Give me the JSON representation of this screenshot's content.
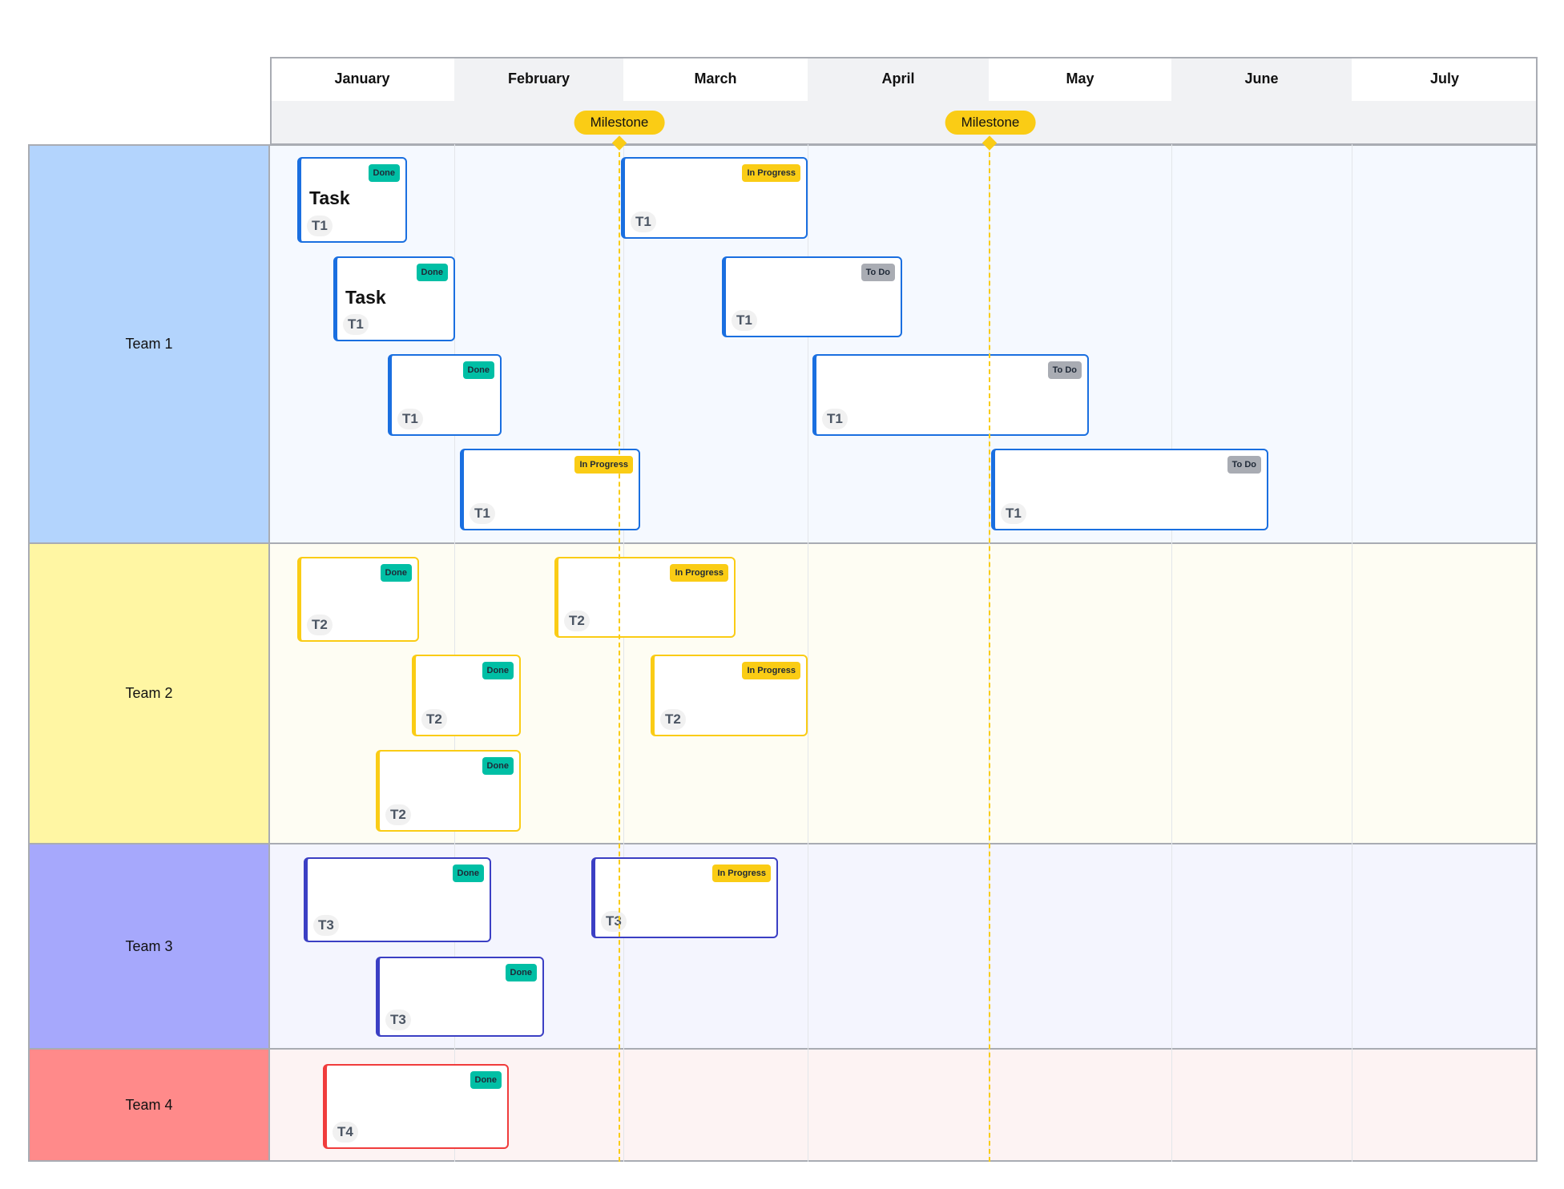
{
  "months": [
    "January",
    "February",
    "March",
    "April",
    "May",
    "June",
    "July"
  ],
  "milestones": [
    {
      "label": "Milestone"
    },
    {
      "label": "Milestone"
    }
  ],
  "teams": [
    {
      "label": "Team 1",
      "color": "#b3d4fd",
      "lane": "#f5f9ff",
      "accent": "#1a6fe0"
    },
    {
      "label": "Team 2",
      "color": "#fff6a3",
      "lane": "#fefdf3",
      "accent": "#facc15"
    },
    {
      "label": "Team 3",
      "color": "#a6a8fc",
      "lane": "#f4f5fe",
      "accent": "#3b3fc4"
    },
    {
      "label": "Team 4",
      "color": "#ff8a8a",
      "lane": "#fdf3f3",
      "accent": "#f03c3c"
    }
  ],
  "status_colors": {
    "Done": "#00bfa5",
    "In Progress": "#facc15",
    "To Do": "#a9acb3"
  },
  "cards": [
    {
      "team": 0,
      "status": "Done",
      "title": "Task",
      "tag": "T1"
    },
    {
      "team": 0,
      "status": "Done",
      "title": "Task",
      "tag": "T1"
    },
    {
      "team": 0,
      "status": "Done",
      "title": "",
      "tag": "T1"
    },
    {
      "team": 0,
      "status": "In Progress",
      "title": "",
      "tag": "T1"
    },
    {
      "team": 0,
      "status": "In Progress",
      "title": "",
      "tag": "T1"
    },
    {
      "team": 0,
      "status": "To Do",
      "title": "",
      "tag": "T1"
    },
    {
      "team": 0,
      "status": "To Do",
      "title": "",
      "tag": "T1"
    },
    {
      "team": 0,
      "status": "To Do",
      "title": "",
      "tag": "T1"
    },
    {
      "team": 1,
      "status": "Done",
      "title": "",
      "tag": "T2"
    },
    {
      "team": 1,
      "status": "In Progress",
      "title": "",
      "tag": "T2"
    },
    {
      "team": 1,
      "status": "Done",
      "title": "",
      "tag": "T2"
    },
    {
      "team": 1,
      "status": "In Progress",
      "title": "",
      "tag": "T2"
    },
    {
      "team": 1,
      "status": "Done",
      "title": "",
      "tag": "T2"
    },
    {
      "team": 2,
      "status": "Done",
      "title": "",
      "tag": "T3"
    },
    {
      "team": 2,
      "status": "In Progress",
      "title": "",
      "tag": "T3"
    },
    {
      "team": 2,
      "status": "Done",
      "title": "",
      "tag": "T3"
    },
    {
      "team": 3,
      "status": "Done",
      "title": "",
      "tag": "T4"
    }
  ]
}
